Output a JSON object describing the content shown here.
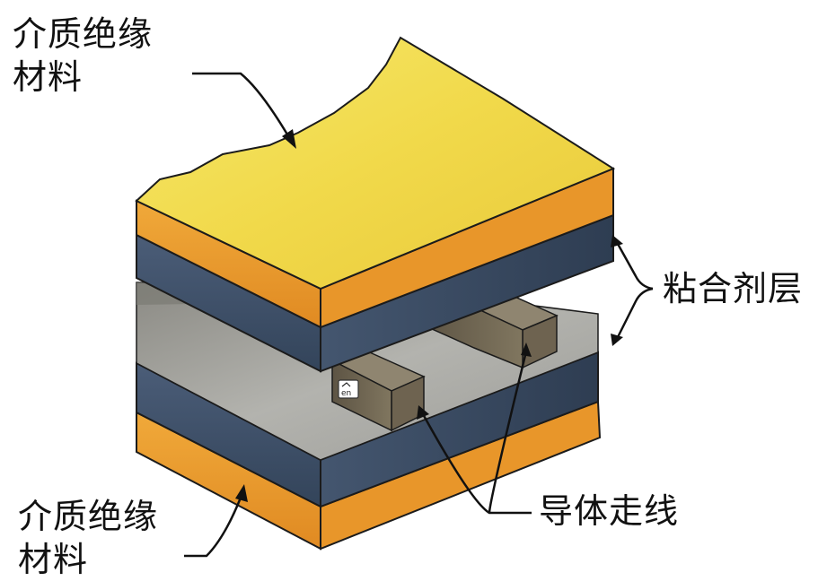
{
  "labels": {
    "top_dielectric": [
      "介质绝缘",
      "材料"
    ],
    "bottom_dielectric": [
      "介质绝缘",
      "材料"
    ],
    "adhesive": "粘合剂层",
    "conductor": "导体走线"
  },
  "badge_text": "en",
  "colors": {
    "dielectric_top": "#f3dc4e",
    "dielectric_side": "#e89a2c",
    "adhesive": "#3d4f66",
    "conductor": "#6e6350",
    "substrate": "#a7a7a7",
    "outline": "#1b1b1b"
  }
}
